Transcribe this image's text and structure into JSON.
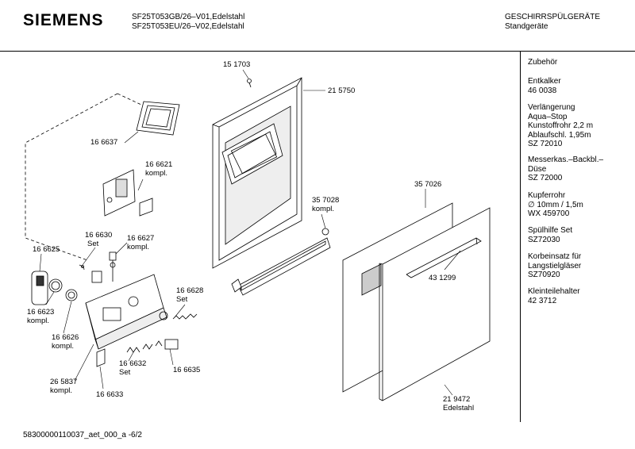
{
  "header": {
    "brand": "SIEMENS",
    "model_line_1": "SF25T053GB/26–V01,Edelstahl",
    "model_line_2": "SF25T053EU/26–V02,Edelstahl",
    "category_line_1": "GESCHIRRSPÜLGERÄTE",
    "category_line_2": "Standgeräte"
  },
  "footer": {
    "doc_id": "58300000110037_aet_000_a   -6/2"
  },
  "parts": {
    "p151703": "15 1703",
    "p215750": "21 5750",
    "p166637": "16 6637",
    "p166621": "16 6621",
    "p166621b": "kompl.",
    "p357028": "35 7028",
    "p357028b": "kompl.",
    "p357026": "35 7026",
    "p166630": "16 6630",
    "p166630b": "Set",
    "p166627": "16 6627",
    "p166627b": "kompl.",
    "p166625": "16 6625",
    "p166623": "16 6623",
    "p166623b": "kompl.",
    "p166628": "16 6628",
    "p166628b": "Set",
    "p431299": "43 1299",
    "p166626": "16 6626",
    "p166626b": "kompl.",
    "p166632": "16 6632",
    "p166632b": "Set",
    "p166635": "16 6635",
    "p265837": "26 5837",
    "p265837b": "kompl.",
    "p166633": "16 6633",
    "p219472": "21 9472",
    "p219472b": "Edelstahl"
  },
  "accessories": [
    [
      "Zubehör"
    ],
    [
      "Entkalker",
      "46 0038"
    ],
    [
      "Verlängerung",
      "Aqua–Stop",
      "Kunstoffrohr 2,2 m",
      "Ablaufschl. 1,95m",
      "SZ 72010"
    ],
    [
      "Messerkas.–Backbl.–",
      "Düse",
      "SZ 72000"
    ],
    [
      "Kupferrohr",
      "∅ 10mm / 1,5m",
      "WX 459700"
    ],
    [
      "Spülhilfe Set",
      "SZ72030"
    ],
    [
      "Korbeinsatz für",
      "Langstielgläser",
      "SZ70920"
    ],
    [
      "Kleinteilehalter",
      "42 3712"
    ]
  ]
}
